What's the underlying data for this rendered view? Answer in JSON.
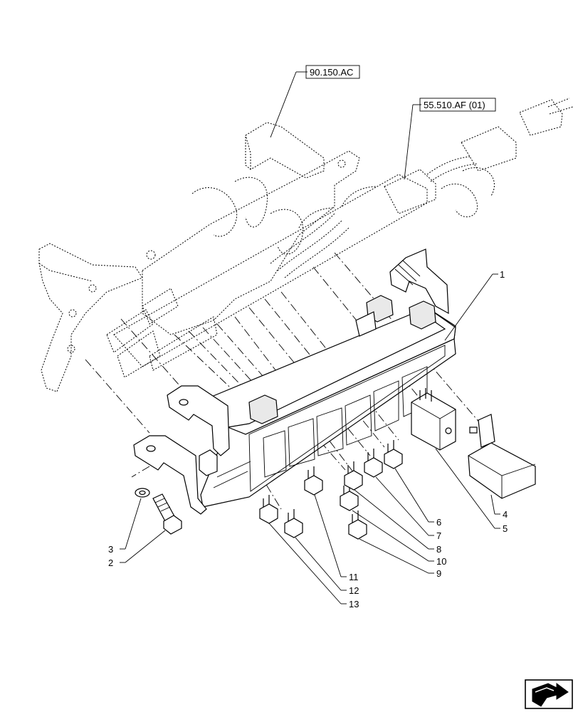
{
  "references": [
    {
      "id": "ref-90150",
      "label": "90.150.AC"
    },
    {
      "id": "ref-55510",
      "label": "55.510.AF (01)"
    }
  ],
  "callouts": [
    "1",
    "2",
    "3",
    "4",
    "5",
    "6",
    "7",
    "8",
    "9",
    "10",
    "11",
    "12",
    "13"
  ],
  "nav_icon": "next-page-arrow-icon"
}
